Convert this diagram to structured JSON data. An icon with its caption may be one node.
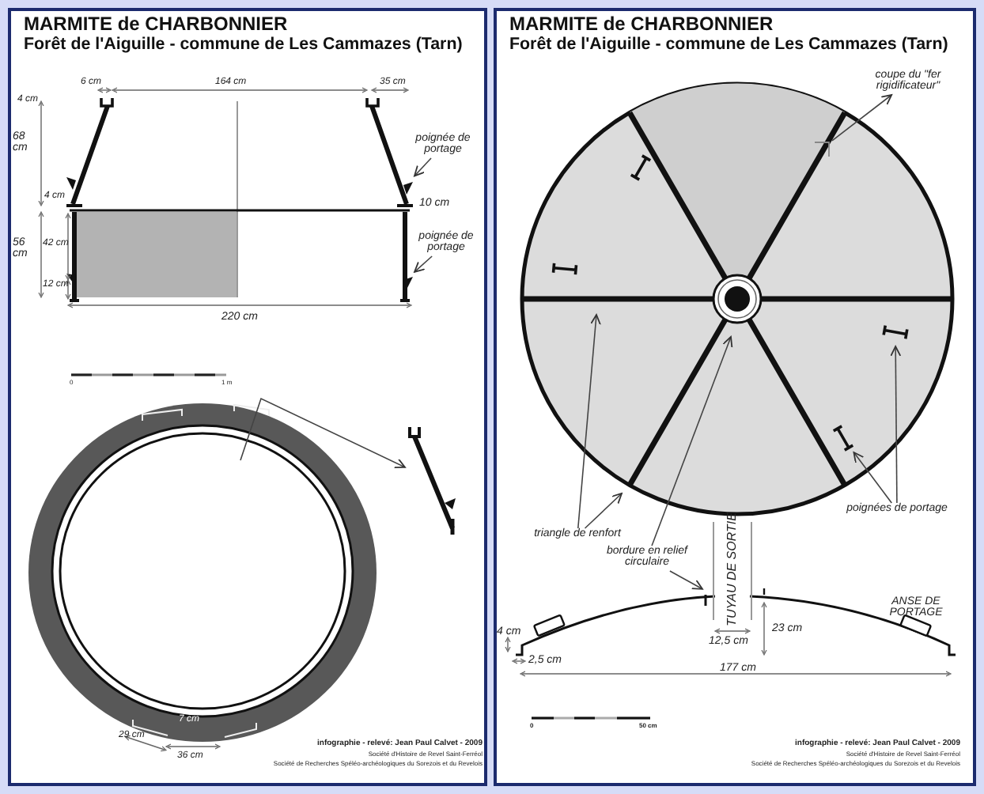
{
  "diagram": {
    "nodes": [
      {
        "text": [
          "MARMITE de CHARBONNIER",
          "Forêt de l'Aiguille - commune de Les Cammazes (Tarn)"
        ]
      },
      {
        "text": [
          "poignée de portage"
        ],
        "in": 0
      },
      {
        "text": [],
        "shape": "triangle",
        "in": 0
      },
      {
        "text": [
          "poignée de portage"
        ],
        "in": 0
      },
      {
        "text": [],
        "shape": "triangle",
        "in": 0
      },
      {
        "text": [],
        "shape": "picture",
        "in": 0
      },
      {
        "text": [
          "MARMITE de CHARBONNIER",
          "Forêt de l'Aiguille - commune de Les Cammazes (Tarn)"
        ]
      },
      {
        "text": [
          "coupe du \"fer rigidificateur\""
        ],
        "in": 6
      },
      {
        "text": [],
        "shape": "bracket",
        "in": 6
      },
      {
        "text": [],
        "shape": "handle",
        "in": 6
      },
      {
        "text": [],
        "shape": "handle",
        "in": 6
      },
      {
        "text": [],
        "shape": "handle",
        "in": 6
      },
      {
        "text": [],
        "shape": "handle",
        "in": 6
      },
      {
        "text": [
          "triangle de renfort"
        ],
        "in": 6
      },
      {
        "text": [
          "bordure en relief circulaire"
        ],
        "in": 6
      },
      {
        "text": [],
        "shape": "bar",
        "in": 6
      },
      {
        "text": [
          "poignées de portage"
        ],
        "in": 6
      }
    ],
    "edges": [
      {
        "from": 1,
        "to": 2,
        "arrow": "to"
      },
      {
        "from": 3,
        "to": 4,
        "arrow": "to"
      },
      {
        "from": null,
        "to": 5,
        "arrow": "to"
      },
      {
        "from": 8,
        "to": 7,
        "arrow": "to"
      },
      {
        "from": 13,
        "to": null,
        "arrow": "to"
      },
      {
        "from": 13,
        "to": null,
        "arrow": "to"
      },
      {
        "from": 14,
        "to": null,
        "arrow": "to"
      },
      {
        "from": 14,
        "to": 15,
        "arrow": "to"
      },
      {
        "from": 16,
        "to": 11,
        "arrow": "to"
      },
      {
        "from": 16,
        "to": 12,
        "arrow": "to"
      }
    ],
    "labels": [
      "6 cm",
      "164 cm",
      "35 cm",
      "4 cm",
      "68 cm",
      "4 cm",
      "10 cm",
      "56 cm",
      "42 cm",
      "12 cm",
      "220 cm",
      "0",
      "1 m",
      "7 cm",
      "29 cm",
      "36 cm",
      "infographie - relevé: Jean Paul Calvet - 2009",
      "Société d'Histoire de Revel Saint-Ferréol",
      "Société de Recherches Spéléo-archéologiques du Sorezois et du Revelois",
      "TUYAU DE SORTIE",
      "ANSE DE PORTAGE",
      "4 cm",
      "2,5 cm",
      "12,5 cm",
      "23 cm",
      "177 cm",
      "0",
      "50 cm",
      "infographie - relevé: Jean Paul Calvet - 2009",
      "Société d'Histoire de Revel Saint-Ferréol",
      "Société de Recherches Spéléo-archéologiques du Sorezois et du Revelois"
    ]
  }
}
